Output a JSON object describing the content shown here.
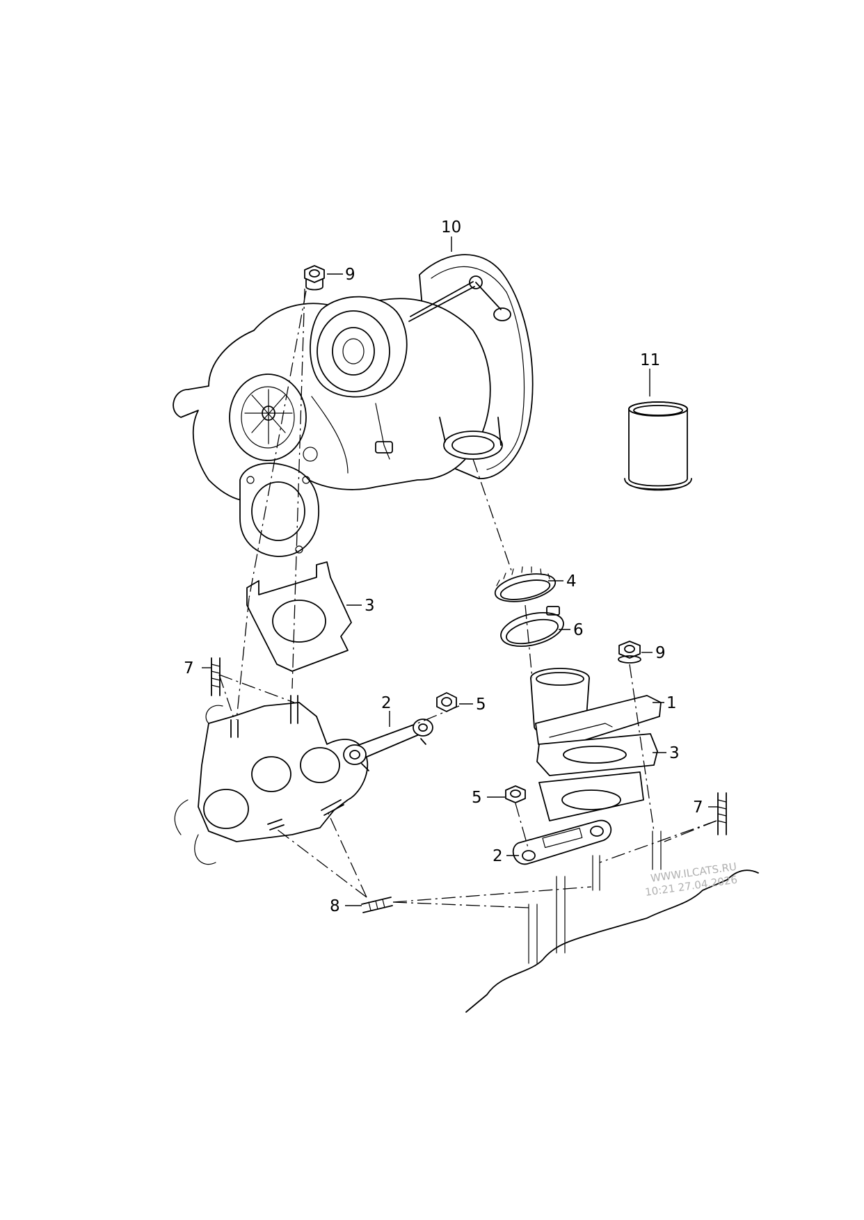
{
  "callouts": {
    "c10": "10",
    "c9a": "9",
    "c11": "11",
    "c4": "4",
    "c6": "6",
    "c3a": "3",
    "c9b": "9",
    "c1": "1",
    "c3b": "3",
    "c7a": "7",
    "c2a": "2",
    "c5a": "5",
    "c5b": "5",
    "c7b": "7",
    "c2b": "2",
    "c8": "8"
  },
  "watermark": {
    "line1": "WWW.ILCATS.RU",
    "line2": "10:21 27.04.2026"
  },
  "colors": {
    "ink": "#000000",
    "watermark": "#b0b0b0",
    "background": "#ffffff"
  }
}
